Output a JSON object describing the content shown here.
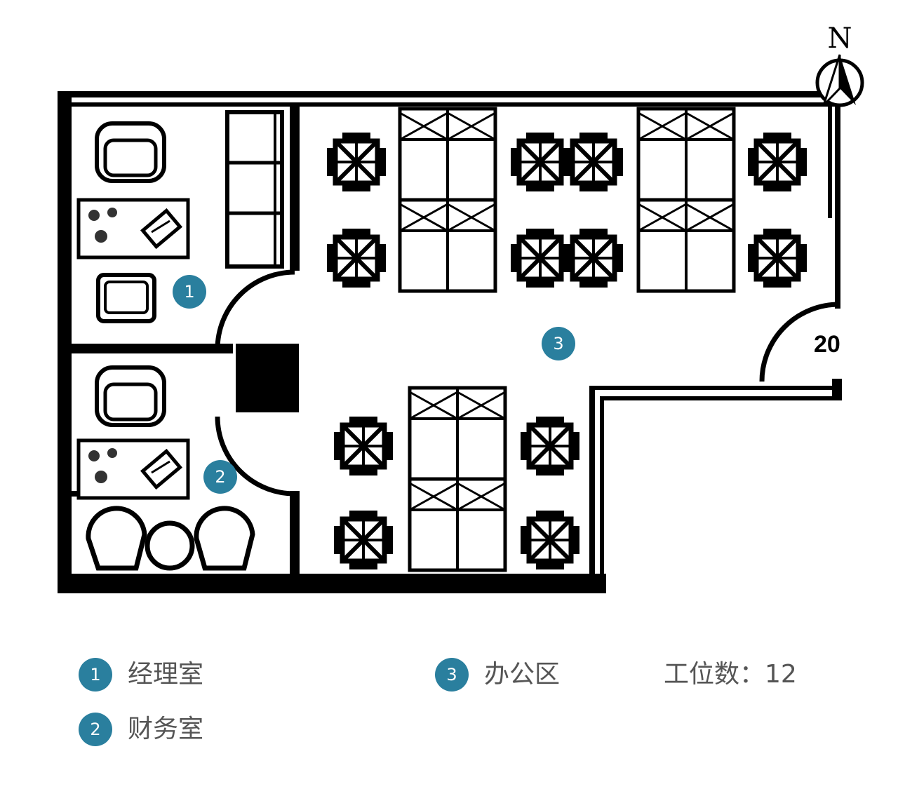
{
  "compass": {
    "label": "N"
  },
  "plan": {
    "room_number_text": "20",
    "markers": [
      {
        "number": "1",
        "room": "manager-office"
      },
      {
        "number": "2",
        "room": "finance-office"
      },
      {
        "number": "3",
        "room": "open-office"
      }
    ]
  },
  "legend": {
    "items": [
      {
        "number": "1",
        "label": "经理室"
      },
      {
        "number": "2",
        "label": "财务室"
      },
      {
        "number": "3",
        "label": "办公区"
      }
    ],
    "workstations_label": "工位数：12"
  },
  "colors": {
    "marker": "#2a7f9e",
    "wall": "#000000",
    "legend_text": "#555555"
  }
}
